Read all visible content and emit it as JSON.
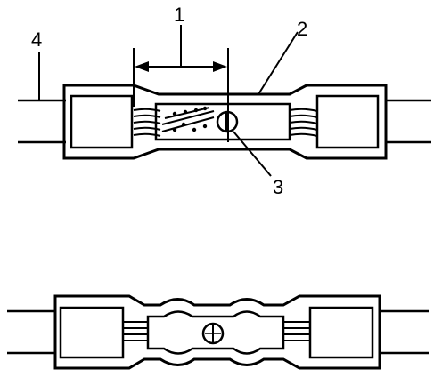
{
  "diagram": {
    "callouts": {
      "one": "1",
      "two": "2",
      "three": "3",
      "four": "4"
    }
  }
}
